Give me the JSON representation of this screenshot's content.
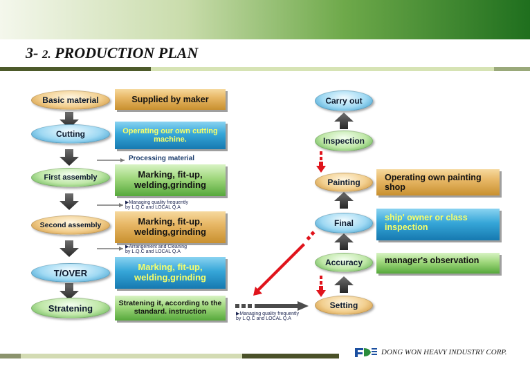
{
  "slide": {
    "title_num_main": "3- ",
    "title_num_sub": "2.",
    "title_text": " PRODUCTION PLAN",
    "footer_company": "DONG WON HEAVY INDUSTRY CORP."
  },
  "left_flow": {
    "steps": [
      {
        "stage": "Basic material",
        "detail": "Supplied by maker",
        "color": "brown"
      },
      {
        "stage": "Cutting",
        "detail": "Operating our own cutting machine.",
        "color": "blue"
      },
      {
        "stage": "First assembly",
        "detail": "Marking, fit-up, welding,grinding",
        "color": "green"
      },
      {
        "stage": "Second assembly",
        "detail": "Marking, fit-up, welding,grinding",
        "color": "brown"
      },
      {
        "stage": "T/OVER",
        "detail": "Marking, fit-up, welding,grinding",
        "color": "blue"
      },
      {
        "stage": "Stratening",
        "detail": "Stratening it, according to the standard. instruction",
        "color": "green"
      }
    ],
    "processing_label": "Processing material",
    "note_1_line1": "▶Managing quality frequently",
    "note_1_line2": "by L.Q.C and LOCAL Q.A",
    "note_2_line1": "▶Arrangement and Cleaning",
    "note_2_line2": "by L.Q.C and LOCAL Q.A",
    "note_3_line1": "▶Managing quality frequently",
    "note_3_line2": "by L.Q.C and LOCAL Q.A"
  },
  "right_flow": {
    "steps": [
      {
        "stage": "Carry out",
        "color": "blue"
      },
      {
        "stage": "Inspection",
        "color": "green"
      },
      {
        "stage": "Painting",
        "color": "brown"
      },
      {
        "stage": "Final",
        "color": "blue"
      },
      {
        "stage": "Accuracy",
        "color": "green"
      },
      {
        "stage": "Setting",
        "color": "brown"
      }
    ],
    "details": [
      {
        "text": "Operating own painting shop",
        "color": "brown"
      },
      {
        "text": "ship' owner or class inspection",
        "color": "blue"
      },
      {
        "text": "manager's observation",
        "color": "green"
      }
    ]
  },
  "colors": {
    "arrow_dark": "#333333",
    "arrow_red": "#e0141c",
    "banner_dark": "#1f6f1e"
  }
}
